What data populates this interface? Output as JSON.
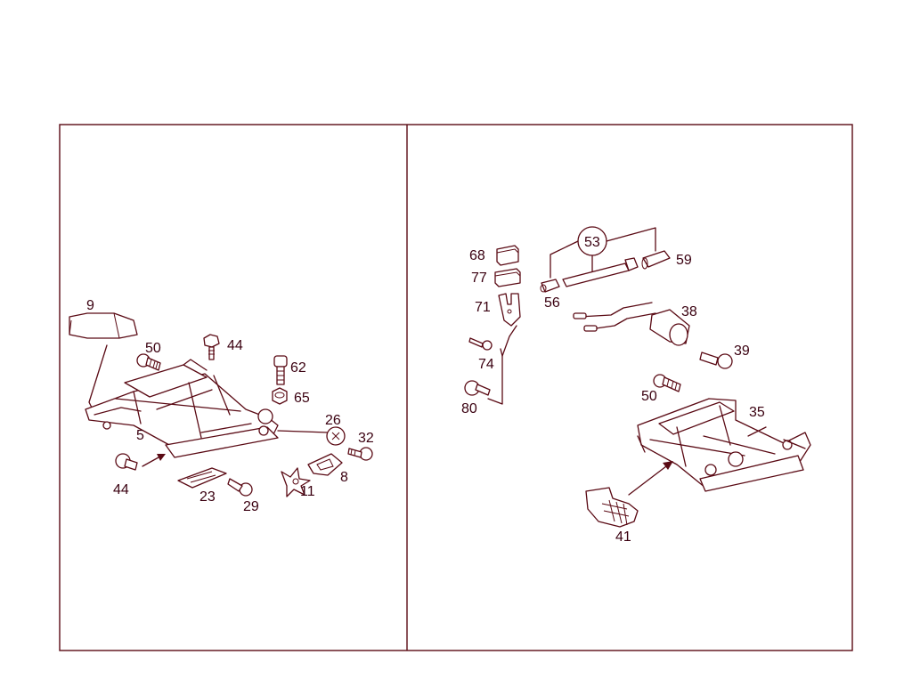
{
  "colors": {
    "ink": "#5a0a14",
    "label": "#3a0010",
    "background": "#ffffff"
  },
  "left_panel": {
    "callouts": {
      "c9": "9",
      "c50": "50",
      "c44a": "44",
      "c62": "62",
      "c65": "65",
      "c26": "26",
      "c32": "32",
      "c5": "5",
      "c44b": "44",
      "c23": "23",
      "c29": "29",
      "c11": "11",
      "c8": "8"
    }
  },
  "right_panel": {
    "callouts": {
      "c68": "68",
      "c77": "77",
      "c71": "71",
      "c74": "74",
      "c80": "80",
      "c53": "53",
      "c59": "59",
      "c56": "56",
      "c38": "38",
      "c39": "39",
      "c50": "50",
      "c35": "35",
      "c41": "41"
    }
  }
}
